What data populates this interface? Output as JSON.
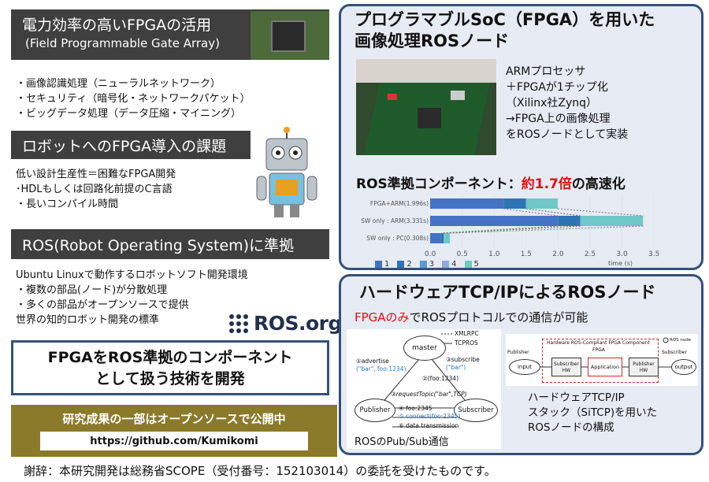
{
  "left": {
    "fpga_title": "電力効率の高いFPGAの活用",
    "fpga_subtitle": "(Field Programmable Gate Array)",
    "fpga_items": [
      "・画像認識処理（ニューラルネットワーク）",
      "・セキュリティ（暗号化・ネットワークパケット）",
      "・ビッグデータ処理（データ圧縮・マイニング）"
    ],
    "robot_title": "ロボットへのFPGA導入の課題",
    "robot_items": [
      "低い設計生産性＝困難なFPGA開発",
      "･HDLもしくは回路化前提のC言語",
      "・長いコンパイル時間"
    ],
    "ros_title": "ROS(Robot Operating System)に準拠",
    "ros_items": [
      "Ubuntu Linuxで動作するロボットソフト開発環境",
      "・複数の部品(ノード)が分散処理",
      "・多くの部品がオープンソースで提供",
      "世界の知的ロボット開発の標準"
    ],
    "ros_logo": "ROS.org",
    "tech_line1": "FPGAをROS準拠のコンポーネント",
    "tech_line2": "として扱う技術を開発",
    "oss_title": "研究成果の一部はオープンソースで公開中",
    "oss_url": "https://github.com/Kumikomi"
  },
  "panel1": {
    "title_line1": "プログラマブルSoC（FPGA）を用いた",
    "title_line2": "画像処理ROSノード",
    "desc": [
      "ARMプロセッサ",
      "＋FPGAが1チップ化",
      "（Xilinx社Zynq）",
      "→FPGA上の画像処理",
      "をROSノードとして実装"
    ],
    "speed_prefix": "ROS準拠コンポーネント：",
    "speed_highlight": "約1.7倍",
    "speed_suffix": "の高速化"
  },
  "panel2": {
    "title": "ハードウェアTCP/IPによるROSノード",
    "sub_red": "FPGAのみ",
    "sub_rest": "でROSプロトコルでの通信が可能",
    "diagram": {
      "master": "master",
      "publisher": "Publisher",
      "subscriber": "Subscriber",
      "xmlrpc": "XMLRPC",
      "tcpros": "TCPROS",
      "advertise": "①advertise",
      "advertise_args": "(\"bar\", foo:1234)",
      "subscribe": "③subscribe",
      "subscribe_args": "(\"bar\")",
      "foo1234": "②(foo:1234)",
      "request": "③requestTopic(\"bar\",TCP)",
      "foo2345": "④  foo:2345",
      "connect": "⑤  connect(foo:2345)",
      "data": "⑥    data transmission",
      "caption": "ROSのPub/Sub通信"
    },
    "hw": {
      "header": "Hardware ROS-Compliant FPGA Component",
      "fpga": "FPGA",
      "ros_node": "ROS node",
      "publisher": "Publisher",
      "subscriber": "Subscriber",
      "input": "input",
      "output": "output",
      "sub_hw": "Subscriber HW",
      "app": "Application",
      "pub_hw": "Publisher HW"
    },
    "hw_desc": [
      "ハードウェアTCP/IP",
      "スタック（SiTCP)を用いた",
      "ROSノードの構成"
    ]
  },
  "footer": "謝辞：本研究開発は総務省SCOPE（受付番号：152103014）の委託を受けたものです。",
  "chart_data": {
    "type": "bar",
    "categories": [
      "FPGA+ARM(1.996s)",
      "SW only : ARM(3.331s)",
      "SW only : PC(0.308s)"
    ],
    "totals": [
      1.996,
      3.331,
      0.308
    ],
    "series": [
      {
        "name": "1",
        "color": "#4472c4",
        "values": [
          1.15,
          2.0,
          0.17
        ]
      },
      {
        "name": "2",
        "color": "#2e75b6",
        "values": [
          0.35,
          0.35,
          0.04
        ]
      },
      {
        "name": "3",
        "color": "#5b9bd5",
        "values": [
          0.0,
          0.0,
          0.0
        ]
      },
      {
        "name": "4",
        "color": "#8faadc",
        "values": [
          0.0,
          0.0,
          0.0
        ]
      },
      {
        "name": "5",
        "color": "#70c7c7",
        "values": [
          0.496,
          0.981,
          0.098
        ]
      }
    ],
    "xlim": [
      0,
      3.5
    ],
    "xticks": [
      "0.0",
      "0.5",
      "1.0",
      "1.5",
      "2.0",
      "2.5",
      "3.0",
      "3.5"
    ],
    "xlabel": "time (s)",
    "legend": "bottom"
  }
}
